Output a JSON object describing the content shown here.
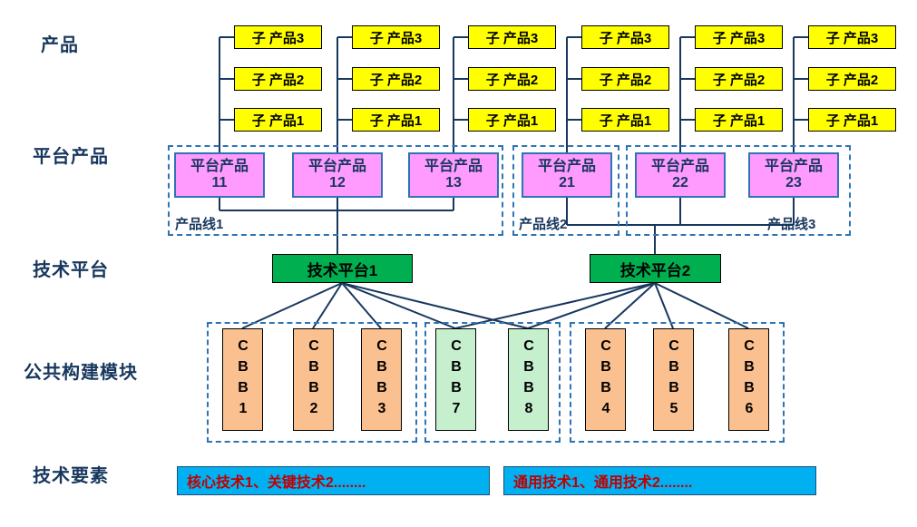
{
  "side_labels": [
    "产品",
    "平台产品",
    "技术平台",
    "公共构建模块",
    "技术要素"
  ],
  "sub_product_columns": [
    {
      "items": [
        "子 产品3",
        "子 产品2",
        "子 产品1"
      ]
    },
    {
      "items": [
        "子 产品3",
        "子 产品2",
        "子 产品1"
      ]
    },
    {
      "items": [
        "子 产品3",
        "子 产品2",
        "子 产品1"
      ]
    },
    {
      "items": [
        "子 产品3",
        "子 产品2",
        "子 产品1"
      ]
    },
    {
      "items": [
        "子 产品3",
        "子 产品2",
        "子 产品1"
      ]
    },
    {
      "items": [
        "子 产品3",
        "子 产品2",
        "子 产品1"
      ]
    }
  ],
  "platform_products": [
    {
      "title": "平台产品",
      "num": "11"
    },
    {
      "title": "平台产品",
      "num": "12"
    },
    {
      "title": "平台产品",
      "num": "13"
    },
    {
      "title": "平台产品",
      "num": "21"
    },
    {
      "title": "平台产品",
      "num": "22"
    },
    {
      "title": "平台产品",
      "num": "23"
    }
  ],
  "product_lines": [
    "产品线1",
    "产品线2",
    "产品线3"
  ],
  "tech_platforms": [
    "技术平台1",
    "技术平台2"
  ],
  "cbb_groups": [
    {
      "fill": "orange",
      "items": [
        "CBB1",
        "CBB2",
        "CBB3"
      ]
    },
    {
      "fill": "green",
      "items": [
        "CBB7",
        "CBB8"
      ]
    },
    {
      "fill": "orange",
      "items": [
        "CBB4",
        "CBB5",
        "CBB6"
      ]
    }
  ],
  "tech_elements": [
    "核心技术1、关键技术2........",
    "通用技术1、通用技术2........"
  ],
  "colors": {
    "navy_text_lines": "#17375E",
    "sub_product_fill": "#FFFF00",
    "platform_product_fill": "#FF9BFF",
    "platform_product_border": "#2E74B5",
    "tech_platform_fill": "#00B050",
    "cbb_orange_fill": "#FAC090",
    "cbb_green_fill": "#C6EFCE",
    "tech_element_fill": "#00B0F0",
    "tech_element_text": "#C00000",
    "dashed_border": "#2E74B5"
  }
}
